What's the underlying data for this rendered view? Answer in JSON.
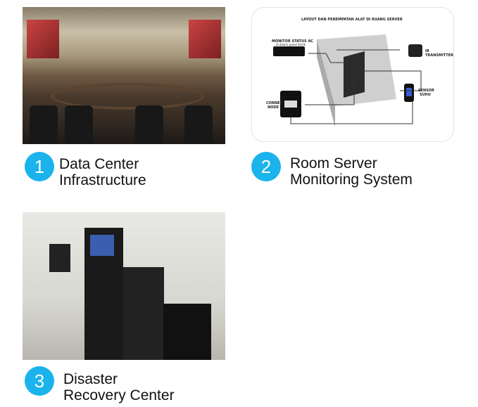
{
  "items": [
    {
      "number": "1",
      "title_line1": "Data Center",
      "title_line2": "Infrastructure"
    },
    {
      "number": "2",
      "title_line1": "Room Server",
      "title_line2": "Monitoring System"
    },
    {
      "number": "3",
      "title_line1": "Disaster",
      "title_line2": "Recovery Center"
    }
  ],
  "diagram": {
    "title": "LAYOUT DAN PENEMPATAN ALAT DI RUANG SERVER",
    "monitor_label": "MONITOR STATUS AC",
    "monitor_sub": "di dalam panel listrik",
    "ir_label": "IR TRANSMITTER",
    "sensor_label_1": "SENSOR",
    "sensor_label_2": "SUHU",
    "connex_label_1": "CONNEX",
    "connex_label_2": "NODE"
  },
  "colors": {
    "accent": "#1bb3ec"
  }
}
